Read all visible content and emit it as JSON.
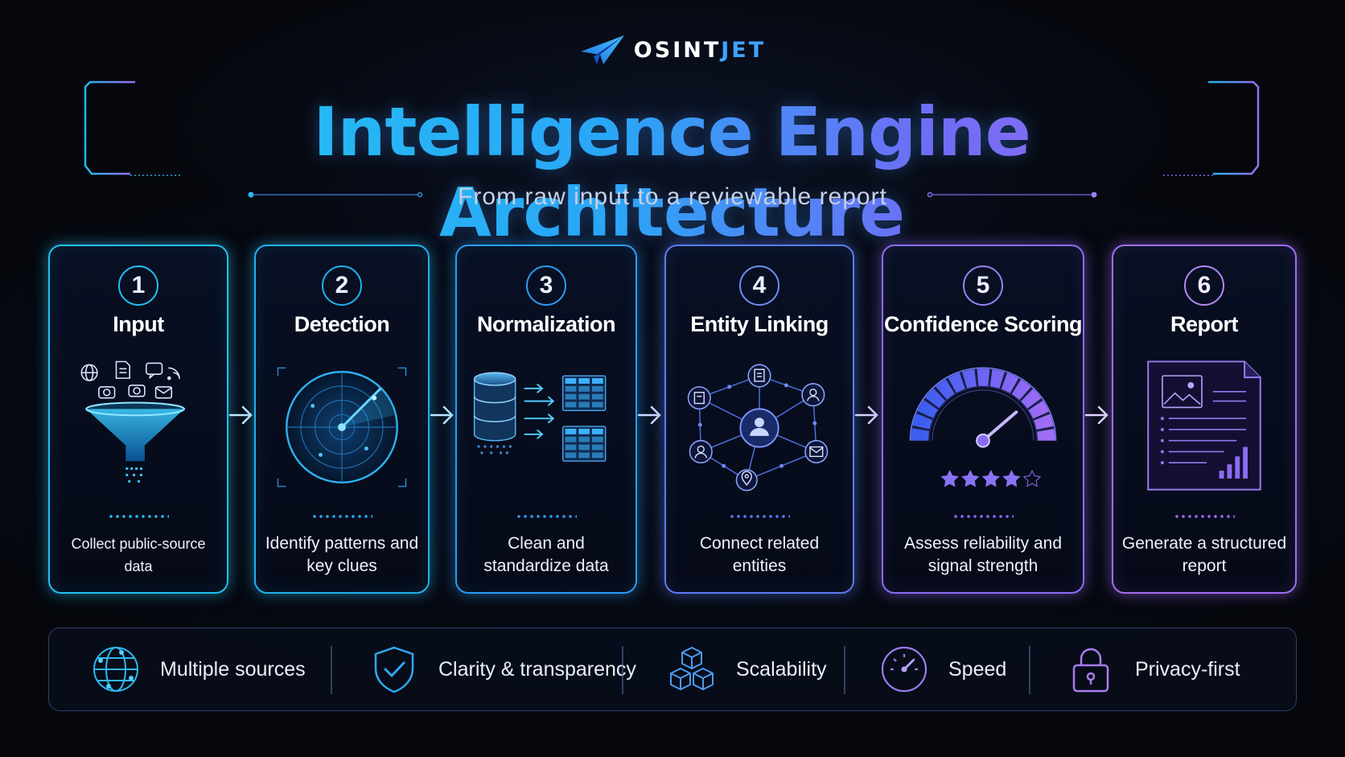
{
  "brand": {
    "name_main": "OSINT",
    "name_accent": "JET",
    "logo_icon": "paper-plane-icon"
  },
  "title": "Intelligence Engine Architecture",
  "subtitle": "From raw input to a reviewable report",
  "colors": {
    "cyan": "#1fc8f0",
    "blue": "#2f8ff5",
    "violet": "#8a6cf2",
    "purple": "#a66cf0"
  },
  "steps": [
    {
      "number": "1",
      "name": "Input",
      "description": "Collect public-source data",
      "icon": "funnel-icon"
    },
    {
      "number": "2",
      "name": "Detection",
      "description": "Identify patterns and key clues",
      "icon": "radar-icon"
    },
    {
      "number": "3",
      "name": "Normalization",
      "description": "Clean and standardize data",
      "icon": "database-icon"
    },
    {
      "number": "4",
      "name": "Entity Linking",
      "description": "Connect related entities",
      "icon": "network-icon"
    },
    {
      "number": "5",
      "name": "Confidence Scoring",
      "description": "Assess reliability and signal strength",
      "icon": "gauge-icon",
      "rating": 4,
      "rating_max": 5
    },
    {
      "number": "6",
      "name": "Report",
      "description": "Generate a structured report",
      "icon": "report-document-icon"
    }
  ],
  "features": [
    {
      "label": "Multiple sources",
      "icon": "globe-icon"
    },
    {
      "label": "Clarity & transparency",
      "icon": "shield-check-icon"
    },
    {
      "label": "Scalability",
      "icon": "cubes-icon"
    },
    {
      "label": "Speed",
      "icon": "speedometer-icon"
    },
    {
      "label": "Privacy-first",
      "icon": "padlock-icon"
    }
  ]
}
